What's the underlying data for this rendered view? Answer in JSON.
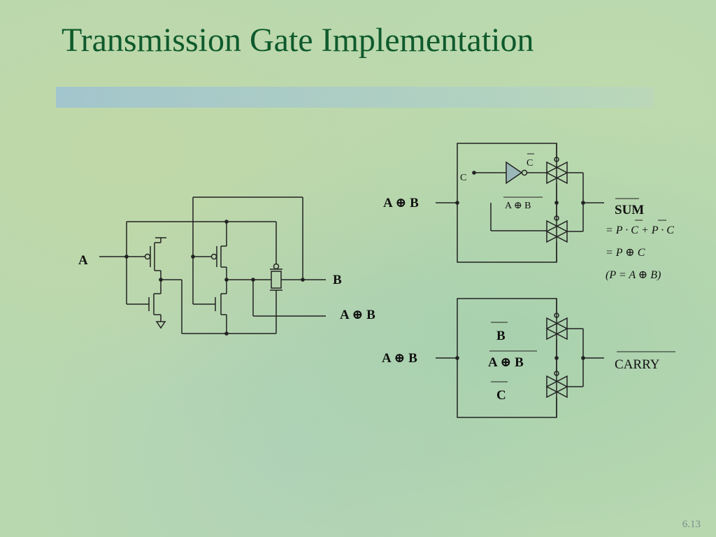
{
  "slide": {
    "title": "Transmission Gate Implementation",
    "slide_number": "6.13"
  },
  "left_circuit": {
    "input_a": "A",
    "output_b": "B",
    "output_xor": "A ⊕ B"
  },
  "sum_circuit": {
    "input_xor": "A ⊕ B",
    "input_c": "C",
    "c_bar": "C",
    "xor_bar": "A ⊕  B",
    "output_label": "SUM",
    "equation_1": "= P · C + P · C",
    "equation_2": "= P ⊕ C",
    "equation_3": "(P = A ⊕ B)"
  },
  "carry_circuit": {
    "input_xor": "A ⊕ B",
    "b_bar": "B",
    "xor_bar": "A ⊕ B",
    "c_bar": "C",
    "output_label": "CARRY"
  },
  "colors": {
    "title": "#0e5a2c",
    "background": "#b8d8b0",
    "wire": "#222222"
  }
}
